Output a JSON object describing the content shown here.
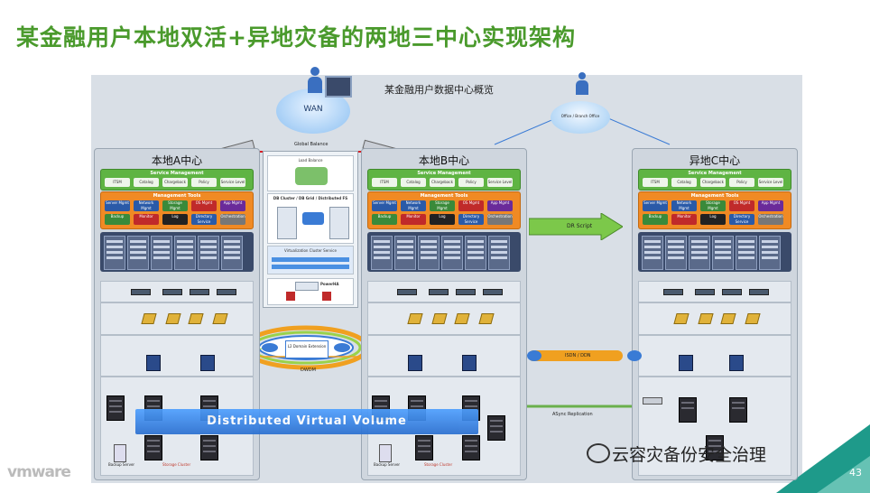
{
  "slide": {
    "title": "某金融用户本地双活+异地灾备的两地三中心实现架构",
    "diagram_title": "某金融用户数据中心概览",
    "page_number": "43"
  },
  "clouds": {
    "wan": "WAN",
    "office": "Office / Branch Office"
  },
  "datacenters": [
    {
      "name": "本地A中心"
    },
    {
      "name": "本地B中心"
    },
    {
      "name": "异地C中心"
    }
  ],
  "service_management": {
    "header": "Service Management",
    "items": [
      "ITSM",
      "Catalog",
      "Chargeback",
      "Policy",
      "Service Level"
    ]
  },
  "management_tools": {
    "header": "Management Tools",
    "items": [
      "Server Mgmt",
      "Network Mgmt",
      "Storage Mgmt",
      "OS Mgmt",
      "App Mgmt",
      "Backup",
      "Monitor",
      "Log",
      "Directory Service",
      "Orchestration"
    ]
  },
  "center_stack": {
    "global_balance": "Global Balance",
    "load_balance": "Load Balance",
    "db_cluster": "DB Cluster / DB Grid / Distributed FS",
    "virtualization": "Virtualization Cluster Service",
    "powerha": "PowerHA",
    "l2_domain": "L2 Domain Extension",
    "dwdm": "DWDM"
  },
  "links": {
    "dr_script": "DR Script",
    "isdn": "ISDN / DDN",
    "async_replication": "ASync Replication"
  },
  "storage": {
    "distributed_virtual_volume": "Distributed Virtual Volume",
    "storage_cluster": "Storage Cluster",
    "backup_server": "Backup Server"
  },
  "footer": {
    "logo": "vmware",
    "wechat": "云容灾备份安全治理"
  },
  "colors": {
    "title": "#4a9a2c",
    "service_mgmt": "#5fb443",
    "mgmt_tools": "#f08a24",
    "dvv": "#2a6fd0",
    "wan_link": "#d81f26",
    "corner": "#1e9a8a"
  }
}
